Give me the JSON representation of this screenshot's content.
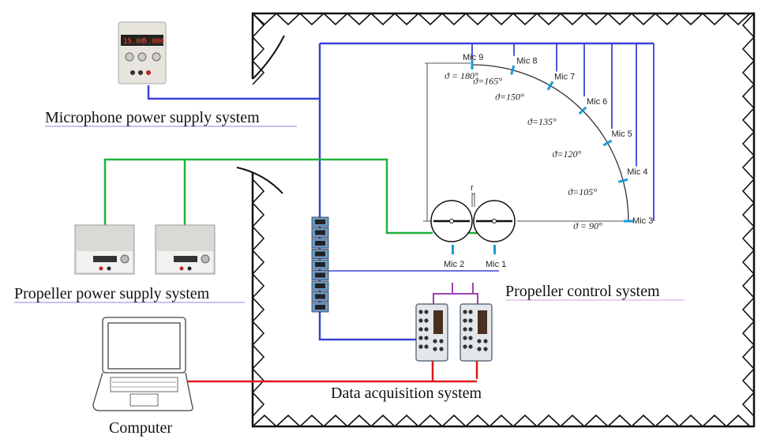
{
  "labels": {
    "mic_power": "Microphone power supply system",
    "prop_power": "Propeller power supply system",
    "prop_control": "Propeller control system",
    "daq": "Data acquisition system",
    "computer": "Computer",
    "radius": "r"
  },
  "power_supply_display": [
    "15.00",
    "5.000"
  ],
  "microphones": [
    {
      "name": "Mic 9",
      "angle": "ϑ = 180°",
      "deg": 180
    },
    {
      "name": "Mic 8",
      "angle": "ϑ=165°",
      "deg": 165
    },
    {
      "name": "Mic 7",
      "angle": "ϑ=150°",
      "deg": 150
    },
    {
      "name": "Mic 6",
      "angle": "ϑ=135°",
      "deg": 135
    },
    {
      "name": "Mic 5",
      "angle": "ϑ=120°",
      "deg": 120
    },
    {
      "name": "Mic 4",
      "angle": "ϑ=105°",
      "deg": 105
    },
    {
      "name": "Mic 3",
      "angle": "ϑ = 90°",
      "deg": 90
    }
  ],
  "rotor_mics": [
    "Mic 2",
    "Mic 1"
  ],
  "colors": {
    "mic_wiring": "#3a44d6",
    "prop_power_wiring": "#22b13c",
    "computer_link": "#e01818",
    "trigger": "#a040b0",
    "mic_marker": "#1a9ad6"
  }
}
